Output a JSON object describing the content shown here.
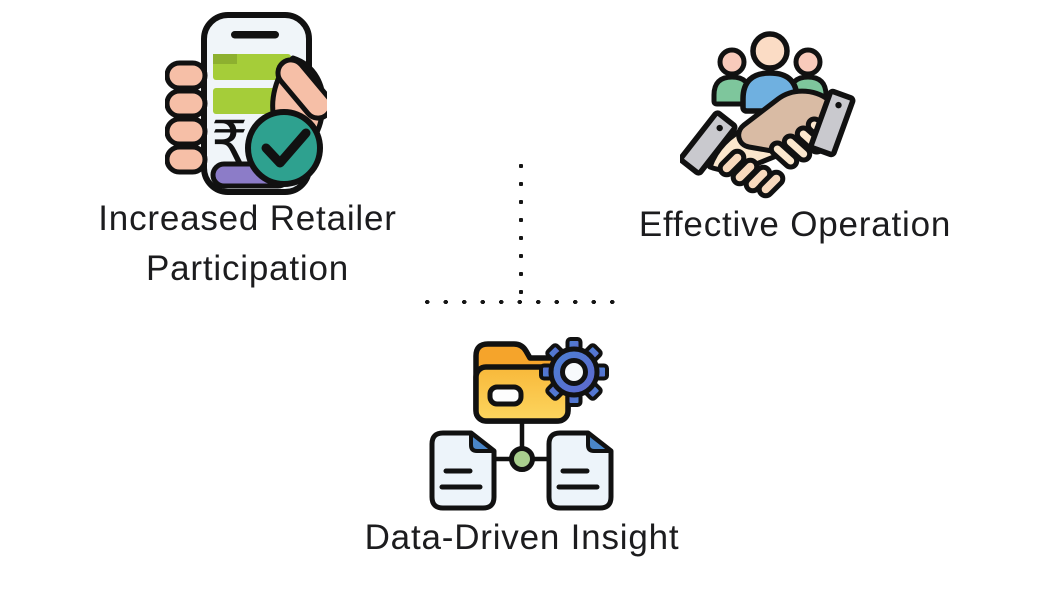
{
  "page": {
    "background": "#ffffff",
    "text_color": "#1c1c1e"
  },
  "features": [
    {
      "id": "increased-retailer-participation",
      "label_lines": [
        "Increased Retailer",
        "Participation"
      ],
      "icon": "mobile-payment-in-hand-icon",
      "icon_glyph": "₹",
      "icon_colors": {
        "screen": "#f0f5f9",
        "message_bars": "#a5cd39",
        "hand_skin": "#f6bfa7",
        "check_circle": "#2ea18f",
        "bottom_bar": "#8c7cc8",
        "outline": "#111111"
      }
    },
    {
      "id": "effective-operation",
      "label_lines": [
        "Effective Operation"
      ],
      "icon": "handshake-with-team-icon",
      "icon_colors": {
        "person_center_body": "#6fb0e0",
        "person_side_body": "#7ec69c",
        "skin_light": "#fbe7cd",
        "skin_tan": "#d9bba4",
        "cuff": "#c9c9ce",
        "outline": "#111111"
      }
    },
    {
      "id": "data-driven-insight",
      "label_lines": [
        "Data-Driven Insight"
      ],
      "icon": "folder-gear-documents-icon",
      "icon_colors": {
        "folder_top": "#f5a42b",
        "folder_bottom": "#fcd65f",
        "gear": "#4b82d4",
        "paper": "#edf4fa",
        "paper_fold": "#4a86c8",
        "node": "#a9cf8e",
        "outline": "#111111"
      }
    }
  ],
  "connectors": {
    "style": "dotted",
    "dot_color": "#161616"
  }
}
